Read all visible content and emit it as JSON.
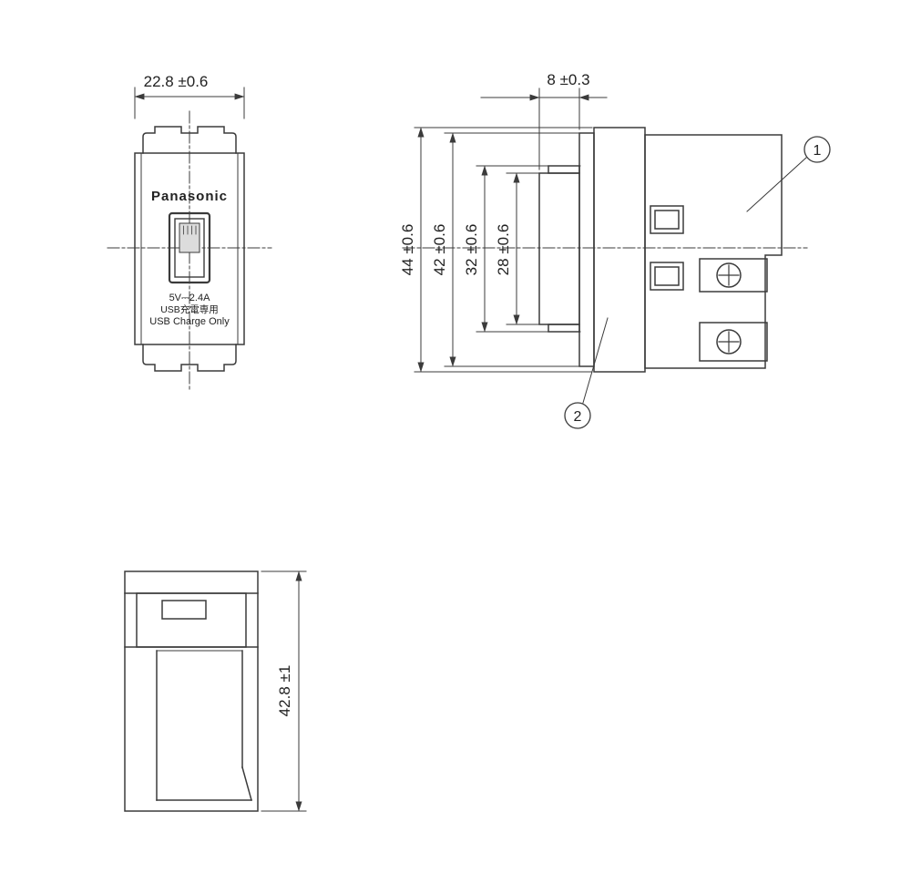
{
  "front_view": {
    "dim_width": "22.8 ±0.6",
    "logo": "Panasonic",
    "spec_lines": [
      "5V⎓2.4A",
      "USB充電専用",
      "USB Charge Only"
    ]
  },
  "side_view": {
    "dim_depth": "8 ±0.3",
    "dims_vertical": [
      "44 ±0.6",
      "42 ±0.6",
      "32 ±0.6",
      "28 ±0.6"
    ],
    "callouts": [
      "1",
      "2"
    ]
  },
  "bottom_view": {
    "dim_height": "42.8 ±1"
  },
  "colors": {
    "line": "#3b3b3b",
    "text": "#222222",
    "usb_tongue_fill": "#dcdcdc",
    "background": "#ffffff"
  }
}
